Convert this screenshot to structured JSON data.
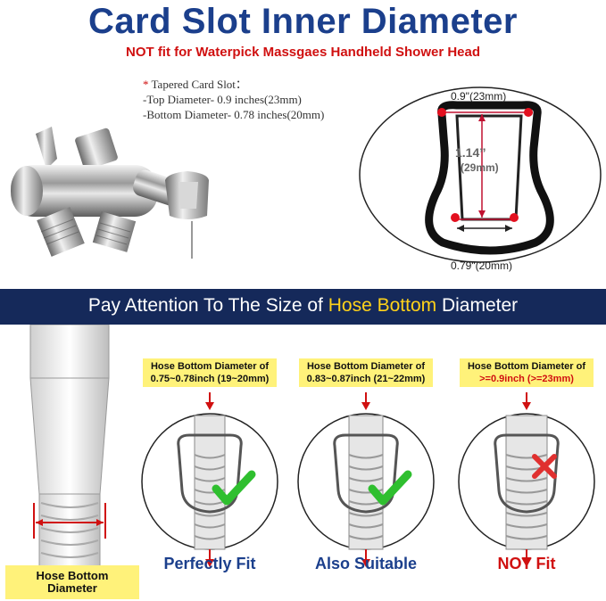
{
  "header": {
    "title": "Card Slot Inner Diameter",
    "subtitle": "NOT fit for Waterpick Massgaes Handheld Shower Head"
  },
  "spec": {
    "star": "*",
    "line1": " Tapered Card Slot：",
    "line2": "-Top Diameter- 0.9 inches(23mm)",
    "line3": "-Bottom Diameter- 0.78 inches(20mm)"
  },
  "diagram": {
    "top_width": "0.9\"(23mm)",
    "height_in": "1.14’’",
    "height_mm": "(29mm)",
    "bottom_width": "0.79\"(20mm)"
  },
  "banner": {
    "prefix": "Pay Attention To The Size of ",
    "highlight": "Hose Bottom",
    "suffix": " Diameter"
  },
  "cases": [
    {
      "tag_line1": "Hose Bottom Diameter of",
      "tag_line2": "0.75~0.78inch (19~20mm)",
      "verdict": "Perfectly Fit",
      "verdict_color": "#1b3f8c",
      "mark": "check"
    },
    {
      "tag_line1": "Hose Bottom Diameter of",
      "tag_line2": "0.83~0.87inch (21~22mm)",
      "verdict": "Also Suitable",
      "verdict_color": "#1b3f8c",
      "mark": "check"
    },
    {
      "tag_line1": "Hose Bottom Diameter of",
      "tag_line2": ">=0.9inch (>=23mm)",
      "verdict": "NOT Fit",
      "verdict_color": "#d01010",
      "mark": "cross"
    }
  ],
  "hose_label": {
    "line1": "Hose Bottom",
    "line2": "Diameter"
  },
  "colors": {
    "navy": "#15295a",
    "title_blue": "#1b3f8c",
    "red": "#d01010",
    "yellow_tag": "#fff27a",
    "green_check": "#2fbf2f"
  }
}
